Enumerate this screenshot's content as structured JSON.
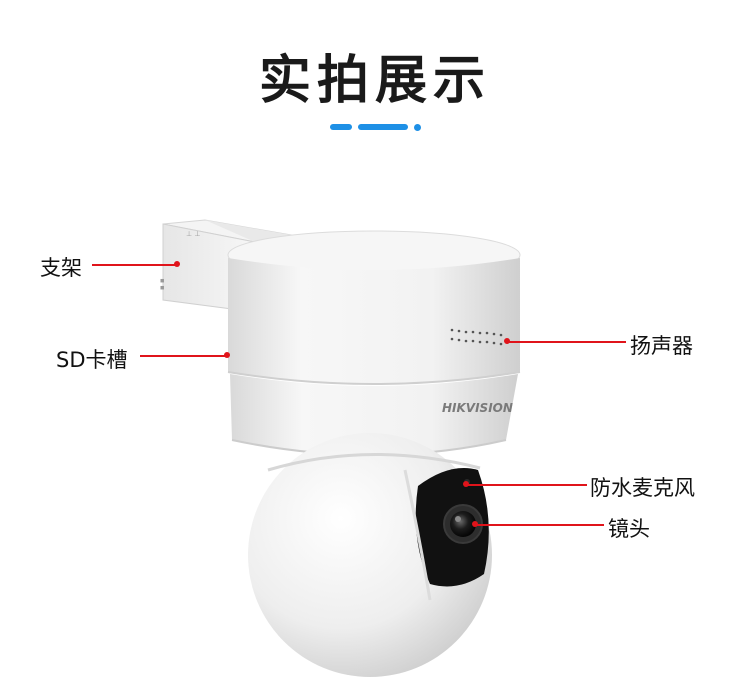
{
  "title": "实拍展示",
  "brand_text": "HIKVISION",
  "labels": {
    "bracket": "支架",
    "sd_slot": "SD卡槽",
    "speaker": "扬声器",
    "mic": "防水麦克风",
    "lens": "镜头"
  },
  "colors": {
    "accent": "#1e90e6",
    "callout": "#e0141b"
  }
}
